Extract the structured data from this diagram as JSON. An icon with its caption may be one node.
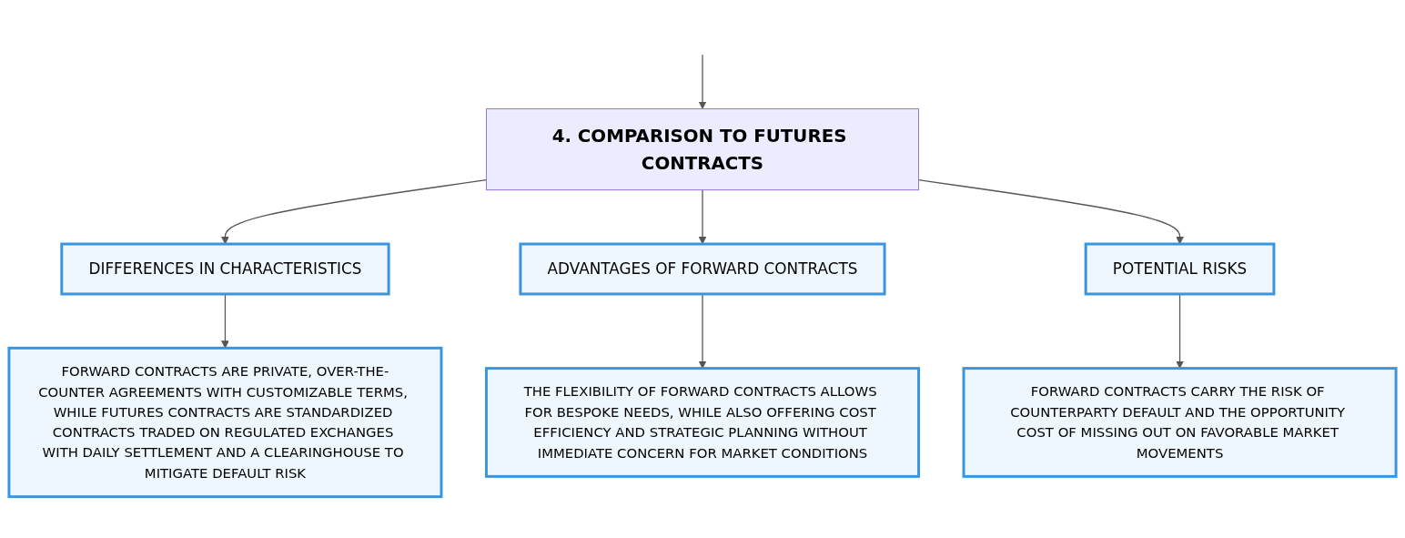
{
  "diagram": {
    "nodes": [
      {
        "text": [
          "4. COMPARISON TO FUTURES CONTRACTS"
        ]
      },
      {
        "text": [
          "DIFFERENCES IN CHARACTERISTICS"
        ]
      },
      {
        "text": [
          "ADVANTAGES OF FORWARD CONTRACTS"
        ]
      },
      {
        "text": [
          "POTENTIAL RISKS"
        ]
      },
      {
        "text": [
          "FORWARD CONTRACTS ARE PRIVATE, OVER-THE-COUNTER AGREEMENTS WITH CUSTOMIZABLE TERMS, WHILE FUTURES CONTRACTS ARE STANDARDIZED CONTRACTS TRADED ON REGULATED EXCHANGES WITH DAILY SETTLEMENT AND A CLEARINGHOUSE TO MITIGATE DEFAULT RISK"
        ]
      },
      {
        "text": [
          "THE FLEXIBILITY OF FORWARD CONTRACTS ALLOWS FOR BESPOKE NEEDS, WHILE ALSO OFFERING COST EFFICIENCY AND STRATEGIC PLANNING WITHOUT IMMEDIATE CONCERN FOR MARKET CONDITIONS"
        ]
      },
      {
        "text": [
          "FORWARD CONTRACTS CARRY THE RISK OF COUNTERPARTY DEFAULT AND THE OPPORTUNITY COST OF MISSING OUT ON FAVORABLE MARKET MOVEMENTS"
        ]
      }
    ],
    "edges": [
      {
        "from": null,
        "to": 0,
        "arrow": "to"
      },
      {
        "from": 0,
        "to": 1,
        "arrow": "to"
      },
      {
        "from": 0,
        "to": 2,
        "arrow": "to"
      },
      {
        "from": 0,
        "to": 3,
        "arrow": "to"
      },
      {
        "from": 1,
        "to": 4,
        "arrow": "to"
      },
      {
        "from": 2,
        "to": 5,
        "arrow": "to"
      },
      {
        "from": 3,
        "to": 6,
        "arrow": "to"
      }
    ]
  }
}
